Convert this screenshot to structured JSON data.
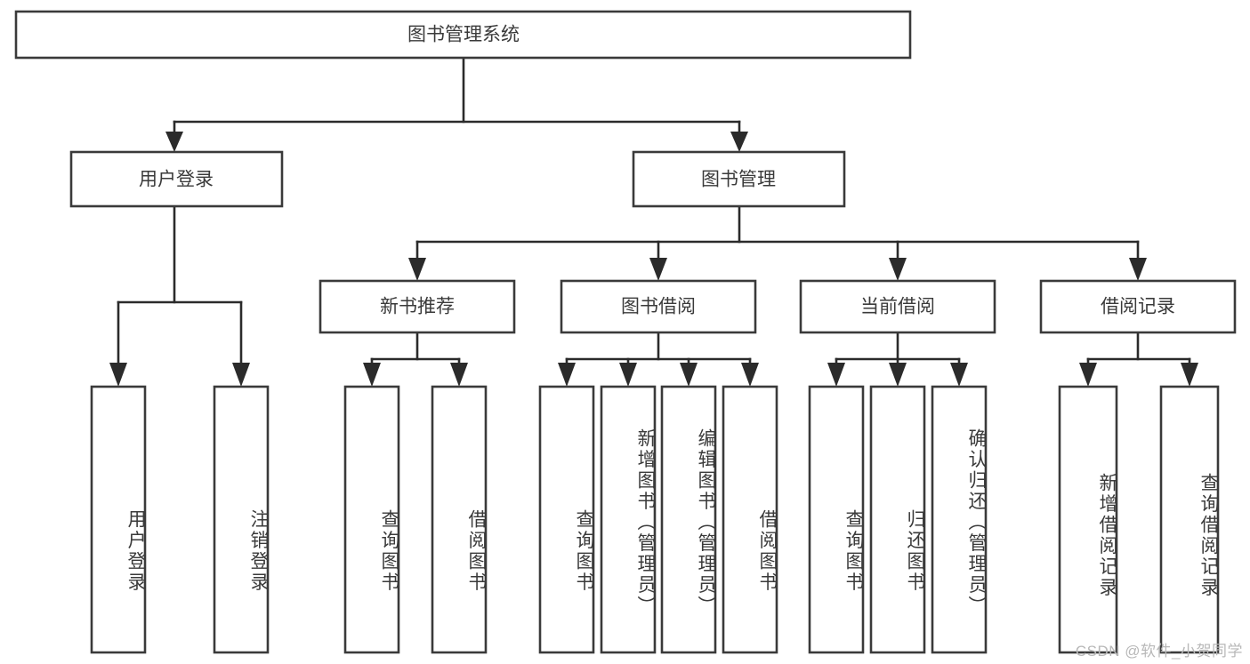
{
  "diagram": {
    "type": "tree-hierarchy-chart",
    "title": "图书管理系统",
    "background_color": "#ffffff",
    "stroke_color": "#3a3a3a",
    "text_color": "#3a3a3a",
    "root": {
      "id": "root",
      "label": "图书管理系统"
    },
    "level2": [
      {
        "id": "user-login",
        "label": "用户登录"
      },
      {
        "id": "book-management",
        "label": "图书管理"
      }
    ],
    "level3": [
      {
        "id": "new-book-recommend",
        "label": "新书推荐",
        "parent": "book-management"
      },
      {
        "id": "book-borrow",
        "label": "图书借阅",
        "parent": "book-management"
      },
      {
        "id": "current-borrow",
        "label": "当前借阅",
        "parent": "book-management"
      },
      {
        "id": "borrow-record",
        "label": "借阅记录",
        "parent": "book-management"
      }
    ],
    "leaves": {
      "user-login": [
        {
          "id": "leaf-user-login",
          "label": "用户登录"
        },
        {
          "id": "leaf-user-logout",
          "label": "注销登录"
        }
      ],
      "new-book-recommend": [
        {
          "id": "leaf-query-book-1",
          "label": "查询图书"
        },
        {
          "id": "leaf-borrow-book-1",
          "label": "借阅图书"
        }
      ],
      "book-borrow": [
        {
          "id": "leaf-query-book-2",
          "label": "查询图书"
        },
        {
          "id": "leaf-add-book",
          "label": "新增图书（管理员）"
        },
        {
          "id": "leaf-edit-book",
          "label": "编辑图书（管理员）"
        },
        {
          "id": "leaf-borrow-book-2",
          "label": "借阅图书"
        }
      ],
      "current-borrow": [
        {
          "id": "leaf-query-book-3",
          "label": "查询图书"
        },
        {
          "id": "leaf-return-book",
          "label": "归还图书"
        },
        {
          "id": "leaf-confirm-return",
          "label": "确认归还（管理员）"
        }
      ],
      "borrow-record": [
        {
          "id": "leaf-add-record",
          "label": "新增借阅记录"
        },
        {
          "id": "leaf-query-record",
          "label": "查询借阅记录"
        }
      ]
    }
  },
  "watermark": {
    "text": "CSDN @软件_小贺同学"
  }
}
